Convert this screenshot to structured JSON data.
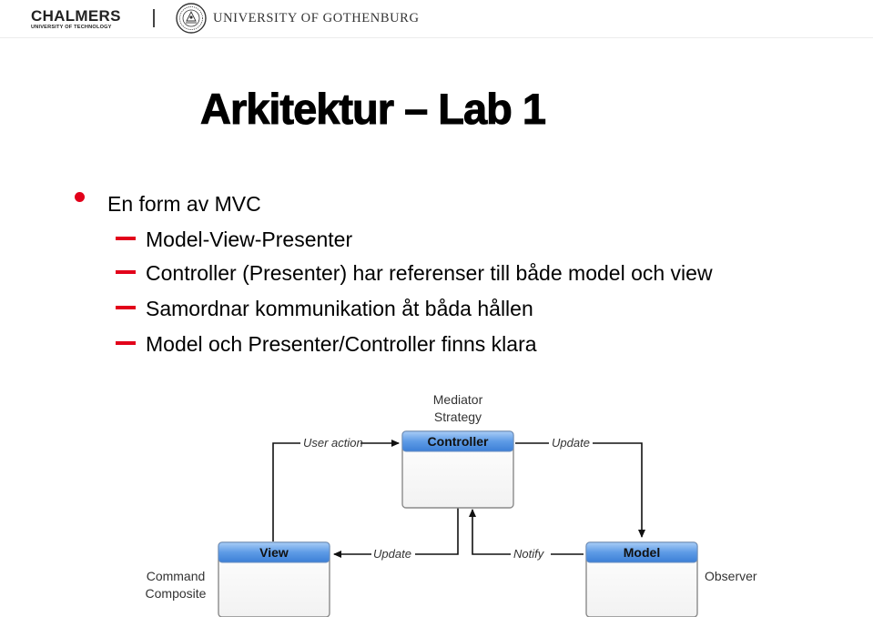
{
  "header": {
    "chalmers_name": "CHALMERS",
    "chalmers_sub": "UNIVERSITY OF TECHNOLOGY",
    "gu_name": "UNIVERSITY OF GOTHENBURG"
  },
  "slide": {
    "title": "Arkitektur – Lab 1",
    "bullet": "En form av MVC",
    "sub_bullets": [
      "Model-View-Presenter",
      "Controller (Presenter) har referenser till både model och view",
      "Samordnar kommunikation åt båda hållen",
      "Model och Presenter/Controller finns klara"
    ]
  },
  "diagram": {
    "controller": {
      "label": "Controller",
      "patterns": [
        "Mediator",
        "Strategy"
      ]
    },
    "view": {
      "label": "View",
      "patterns": [
        "Command",
        "Composite"
      ]
    },
    "model": {
      "label": "Model",
      "patterns": [
        "Observer"
      ]
    },
    "arrows": {
      "user_action": "User action",
      "update_to_model": "Update",
      "update_to_view": "Update",
      "notify": "Notify"
    }
  },
  "colors": {
    "accent": "#e2001a",
    "box_header": "#4f8fe0",
    "box_border": "#8a8a8a"
  }
}
